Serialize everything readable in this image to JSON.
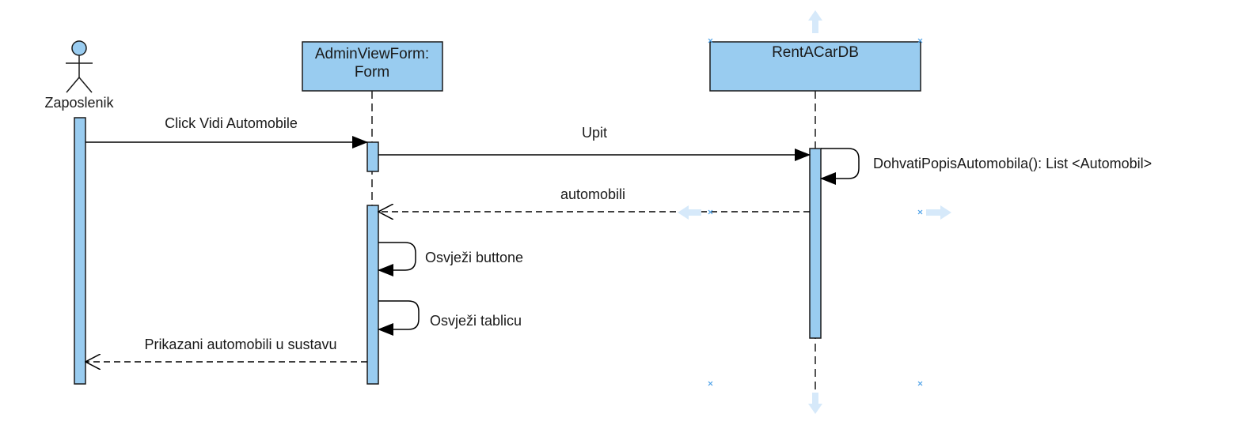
{
  "colors": {
    "fill": "#99CCF0",
    "stroke": "#1a1a1a",
    "handle": "#D6E9FA",
    "handle_mark": "#4AA0E8"
  },
  "actor": {
    "name": "Zaposlenik"
  },
  "lifelines": {
    "form": {
      "line1": "AdminViewForm:",
      "line2": "Form"
    },
    "db": {
      "name": "RentACarDB"
    }
  },
  "messages": {
    "click": "Click Vidi Automobile",
    "upit": "Upit",
    "dohvati": "DohvatiPopisAutomobila(): List <Automobil>",
    "automobili": "automobili",
    "osvjezi_buttone": "Osvježi buttone",
    "osvjezi_tablicu": "Osvježi tablicu",
    "prikazani": "Prikazani automobili u sustavu"
  }
}
